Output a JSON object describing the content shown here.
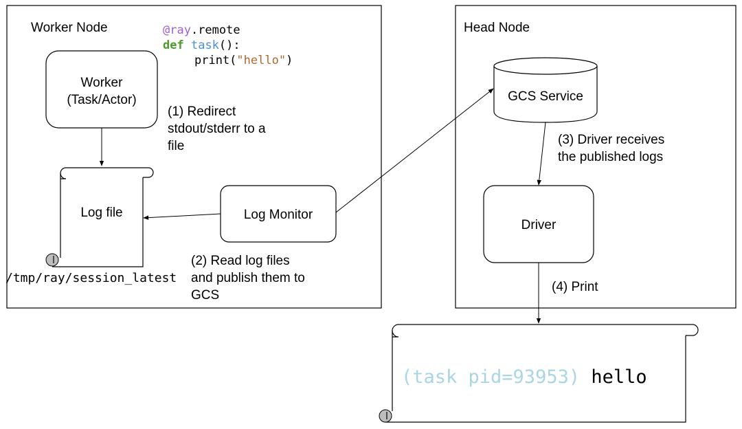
{
  "worker_node": {
    "label": "Worker Node"
  },
  "head_node": {
    "label": "Head Node"
  },
  "code": {
    "decorator_at": "@ray",
    "decorator_rest": ".remote",
    "def_keyword": "def",
    "func_name": "task",
    "func_rest": "():",
    "print_call": "print(",
    "print_string": "\"hello\"",
    "print_close": ")"
  },
  "worker": {
    "line1": "Worker",
    "line2": "(Task/Actor)"
  },
  "log_file": {
    "label": "Log file",
    "path": "/tmp/ray/session_latest"
  },
  "log_monitor": {
    "label": "Log Monitor"
  },
  "gcs": {
    "label": "GCS Service"
  },
  "driver": {
    "label": "Driver"
  },
  "steps": {
    "step1": [
      "(1) Redirect",
      "stdout/stderr to a",
      "file"
    ],
    "step2": [
      "(2) Read log files",
      "and publish them to",
      "GCS"
    ],
    "step3": [
      "(3) Driver receives",
      "the published logs"
    ],
    "step4": "(4) Print"
  },
  "output": {
    "prefix": "(task pid=93953)",
    "message": "hello"
  },
  "colors": {
    "decorator": "#a05fd6",
    "keyword": "#4c9a2a",
    "function": "#4a8fd8",
    "string": "#b0682c",
    "prefix": "#a9d6e3"
  }
}
